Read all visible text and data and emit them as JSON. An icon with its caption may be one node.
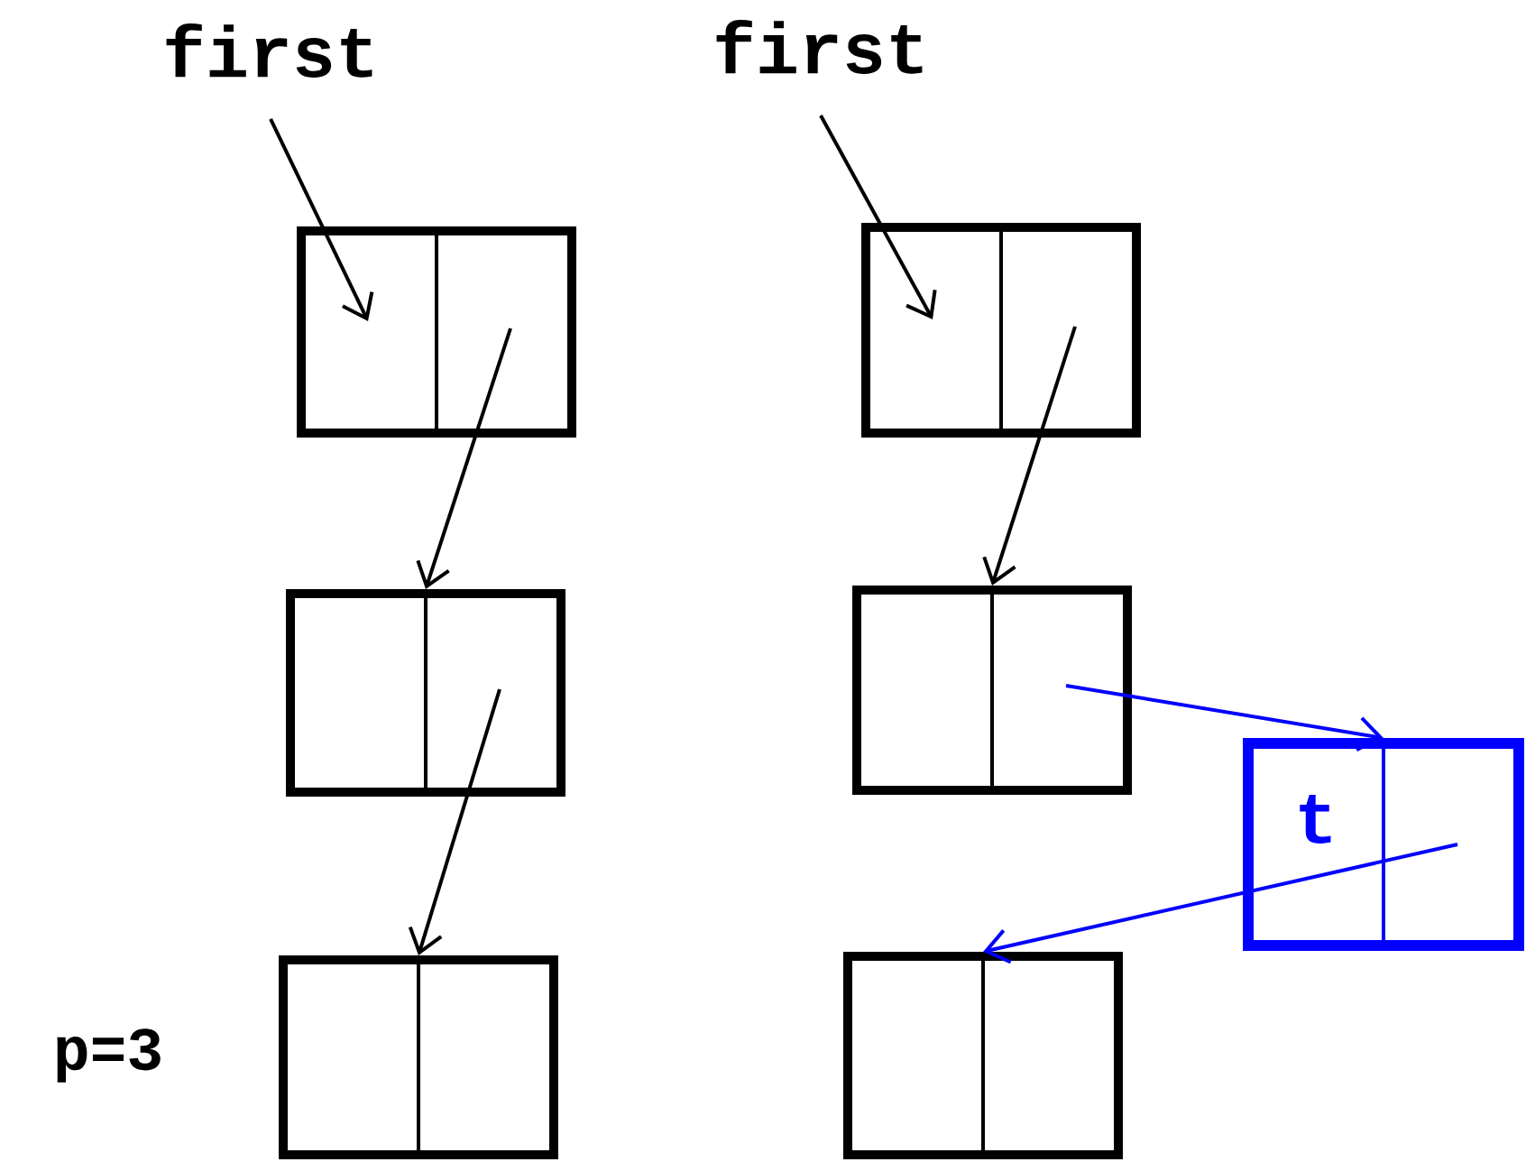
{
  "diagram": {
    "nodes": [
      {
        "text": [
          "first"
        ]
      },
      {
        "text": [
          "first"
        ]
      },
      {
        "text": [],
        "shape": "box"
      },
      {
        "text": [],
        "shape": "box"
      },
      {
        "text": [],
        "shape": "box"
      },
      {
        "text": [],
        "shape": "box"
      },
      {
        "text": [
          "t"
        ]
      },
      {
        "text": [],
        "shape": "box"
      },
      {
        "text": [],
        "shape": "box"
      }
    ],
    "edges": [
      {
        "from": 0,
        "to": 2,
        "arrow": "to"
      },
      {
        "from": 1,
        "to": 3,
        "arrow": "to"
      },
      {
        "from": 2,
        "to": 4,
        "arrow": "to"
      },
      {
        "from": 4,
        "to": 7,
        "arrow": "to"
      },
      {
        "from": 3,
        "to": 5,
        "arrow": "to"
      },
      {
        "from": 5,
        "to": 6,
        "arrow": "to",
        "color": "#0000ff"
      },
      {
        "from": 6,
        "to": 8,
        "arrow": "to",
        "color": "#0000ff"
      }
    ],
    "labels": [
      "p=3"
    ]
  }
}
